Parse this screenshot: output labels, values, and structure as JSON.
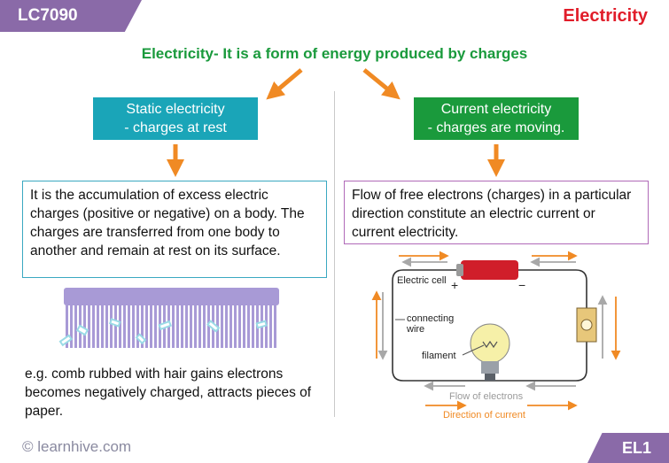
{
  "header": {
    "code": "LC7090",
    "topic": "Electricity",
    "headline": "Electricity- It is a form of energy produced by charges"
  },
  "static": {
    "title_line1": "Static electricity",
    "title_line2": "- charges at rest",
    "description": "It is the accumulation of excess electric charges (positive or negative) on a body. The charges are transferred from one body to another and remain at rest on its surface.",
    "example": "e.g. comb rubbed with hair gains electrons becomes negatively charged, attracts pieces of paper."
  },
  "current": {
    "title_line1": "Current electricity",
    "title_line2": "- charges are moving.",
    "description": "Flow of free electrons (charges) in a particular direction constitute an electric current or current electricity."
  },
  "circuit": {
    "cell_label": "Electric cell",
    "plus": "+",
    "minus": "−",
    "wire_label_1": "connecting",
    "wire_label_2": "wire",
    "filament_label": "filament",
    "electron_flow_label": "Flow of electrons",
    "current_label": "Direction of current"
  },
  "footer": {
    "copyright": "© learnhive.com",
    "page_code": "EL1"
  },
  "colors": {
    "purple": "#8a6aa8",
    "red": "#e11d2a",
    "green": "#1a9a3c",
    "teal": "#1aa5b8",
    "orange": "#f08a24",
    "gray": "#a8a8a8"
  }
}
